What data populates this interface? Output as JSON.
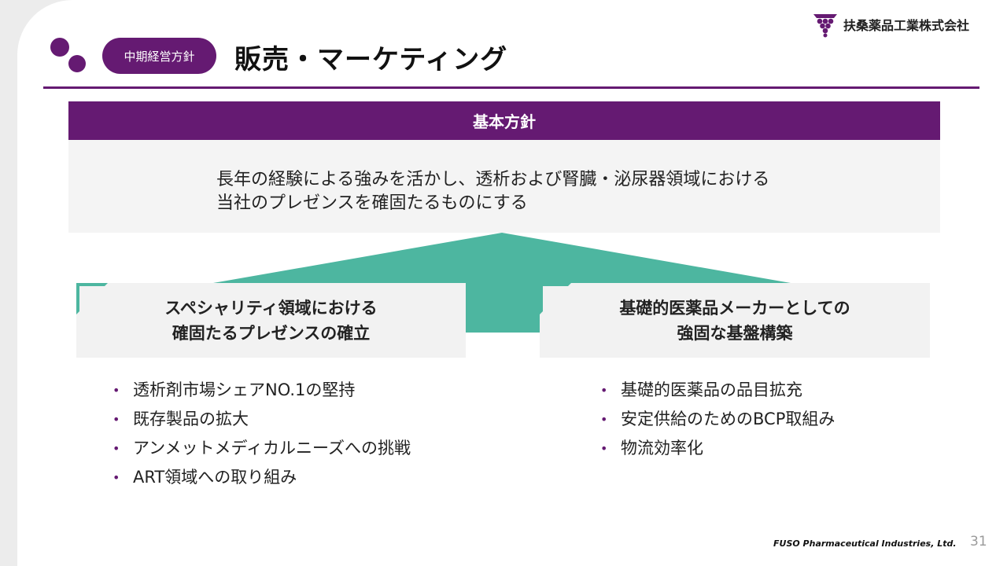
{
  "header": {
    "tag": "中期経営方針",
    "title": "販売・マーケティング",
    "company": "扶桑薬品工業株式会社"
  },
  "policy": {
    "heading": "基本方針",
    "lines": [
      "長年の経験による強みを活かし、透析および腎臓・泌尿器領域における",
      "当社のプレゼンスを確固たるものにする"
    ]
  },
  "pillars": [
    {
      "title_lines": [
        "スペシャリティ領域における",
        "確固たるプレゼンスの確立"
      ],
      "items": [
        "透析剤市場シェアNO.1の堅持",
        "既存製品の拡大",
        "アンメットメディカルニーズへの挑戦",
        "ART領域への取り組み"
      ]
    },
    {
      "title_lines": [
        "基礎的医薬品メーカーとしての",
        "強固な基盤構築"
      ],
      "items": [
        "基礎的医薬品の品目拡充",
        "安定供給のためのBCP取組み",
        "物流効率化"
      ]
    }
  ],
  "footer": {
    "company_en": "FUSO Pharmaceutical Industries, Ltd.",
    "page_number": "31"
  },
  "colors": {
    "accent": "#651a72",
    "teal": "#4db6a0",
    "panel": "#f2f2f2"
  }
}
